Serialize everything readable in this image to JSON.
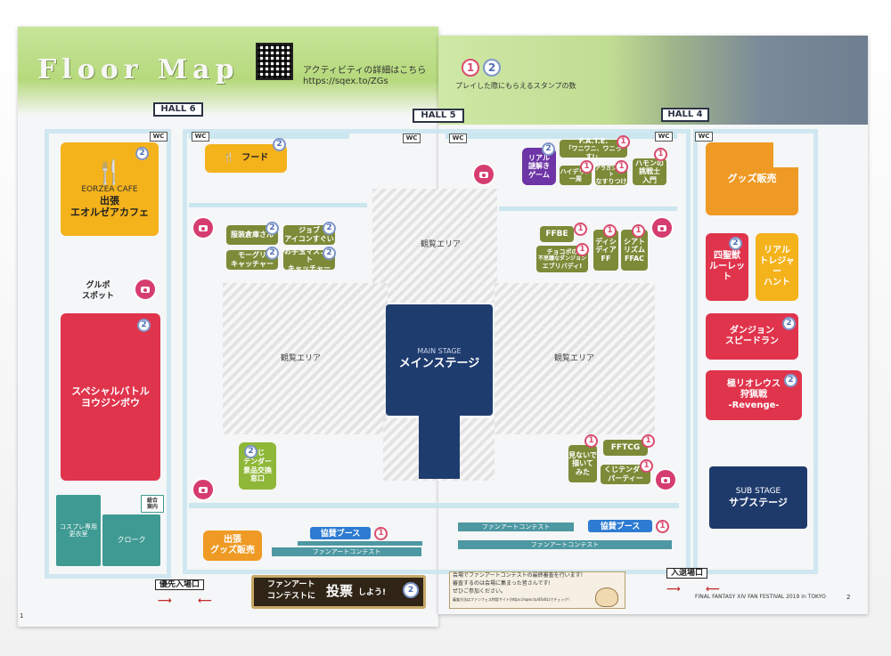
{
  "header": {
    "title": "Floor Map",
    "qr_text": "アクティビティの詳細はこちら",
    "qr_url": "https://sqex.to/ZGs",
    "stamp_legend": "プレイした際にもらえるスタンプの数",
    "stamp_1": "1",
    "stamp_2": "2"
  },
  "halls": {
    "hall6": "HALL 6",
    "hall5": "HALL 5",
    "hall4": "HALL 4",
    "wc": "WC"
  },
  "left": {
    "eorzea_cafe_en": "EORZEA CAFE",
    "eorzea_cafe_jp_1": "出張",
    "eorzea_cafe_jp_2": "エオルゼアカフェ",
    "food": "フード",
    "gurupo_1": "グルポ",
    "gurupo_2": "スポット",
    "special_battle_1": "スペシャルバトル",
    "special_battle_2": "ヨウジンボウ",
    "cosplay_1": "コスプレ専用",
    "cosplay_2": "更衣室",
    "cloak": "クローク",
    "info_1": "総合",
    "info_2": "案内",
    "act_1": "服装倉庫さん",
    "act_2_1": "ジョブ",
    "act_2_2": "アイコンすぐい",
    "act_3_1": "モーグリ",
    "act_3_2": "キャッチャー",
    "act_4_1": "お手玉マスコット",
    "act_4_2": "キャッチャー",
    "kuji_1": "くじ",
    "kuji_2": "テンダー",
    "kuji_3": "景品交換",
    "kuji_4": "窓口",
    "viewing_area": "観覧エリア",
    "goods_1": "出張",
    "goods_2": "グッズ販売",
    "sponsor": "協賛ブース",
    "fanart": "ファンアートコンテスト",
    "priority_entry": "優先入場口"
  },
  "center": {
    "main_stage_en": "MAIN STAGE",
    "main_stage_jp": "メインステージ",
    "vote_1": "ファンアート",
    "vote_2": "コンテストに",
    "vote_3": "投票",
    "vote_4": "しよう!",
    "top_area": "観覧エリア"
  },
  "right": {
    "riddle_1": "リアル",
    "riddle_2": "謎解き",
    "riddle_3": "ゲーム",
    "fate_1": "F.A.T.E.",
    "fate_2": "「ワニワニ、ワニっす!」",
    "haiderin_1": "ハイデリン",
    "haiderin_2": "一周",
    "aragan_1": "アラガンロット",
    "aragan_2": "なすりつけ",
    "hamon_1": "ハモンの",
    "hamon_2": "挑戦士",
    "hamon_3": "入門",
    "ffbe": "FFBE",
    "dissidia_1": "ディシ",
    "dissidia_2": "ディア",
    "dissidia_3": "FF",
    "rhythm_1": "シアト",
    "rhythm_2": "リズム",
    "rhythm_3": "FFAC",
    "chocobo_1": "チョコボの",
    "chocobo_2": "不思議なダンジョン",
    "chocobo_3": "エブリバディ!",
    "viewing_area": "観覧エリア",
    "fftcg": "FFTCG",
    "minaide_1": "見ないで",
    "minaide_2": "描いて",
    "minaide_3": "みた",
    "kuji_party_1": "くじテンダー",
    "kuji_party_2": "パーティー",
    "goods": "グッズ販売",
    "roulette_1": "四聖獣",
    "roulette_2": "ルーレット",
    "treasure_1": "リアル",
    "treasure_2": "トレジャー",
    "treasure_3": "ハント",
    "dungeon_1": "ダンジョン",
    "dungeon_2": "スピードラン",
    "rioreus_1": "極リオレウス",
    "rioreus_2": "狩猟戦",
    "rioreus_3": "-Revenge-",
    "sub_stage_en": "SUB STAGE",
    "sub_stage_jp": "サブステージ",
    "fanart": "ファンアートコンテスト",
    "sponsor": "協賛ブース",
    "exit": "入退場口",
    "notice_1": "会場でファンアートコンテストの最終審査を行います!",
    "notice_2": "審査するのは会場に集まった皆さんです!",
    "notice_3": "ぜひご参加ください。",
    "notice_4": "審査方法はファンフェス特設サイト(https://sqex.to/4Ss6L)でチェック!",
    "footer": "FINAL FANTASY XIV FAN FESTIVAL 2019 in TOKYO",
    "page_no": "2"
  },
  "left_page_no": "1",
  "colors": {
    "yellow": "#f4b21b",
    "red": "#e0344c",
    "olive": "#7d8a38",
    "teal": "#3e9a92",
    "navy": "#1e3a6b",
    "orange": "#ee9a24",
    "purple": "#6d35a6",
    "green": "#8fb738",
    "pink": "#d63d6f"
  }
}
